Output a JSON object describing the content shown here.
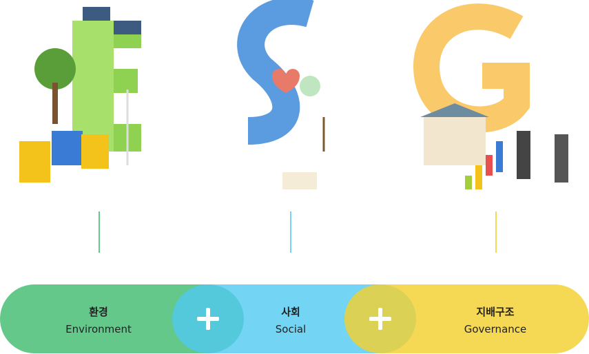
{
  "pillars": [
    {
      "ko": "환경",
      "en": "Environment",
      "letter": "E",
      "color": "#64c88a"
    },
    {
      "ko": "사회",
      "en": "Social",
      "letter": "S",
      "color": "#74d4f3"
    },
    {
      "ko": "지배구조",
      "en": "Governance",
      "letter": "G",
      "color": "#f5d853"
    }
  ],
  "overlap_colors": [
    "#54c9dc",
    "#dbd155"
  ],
  "plus_icon": "plus-icon"
}
